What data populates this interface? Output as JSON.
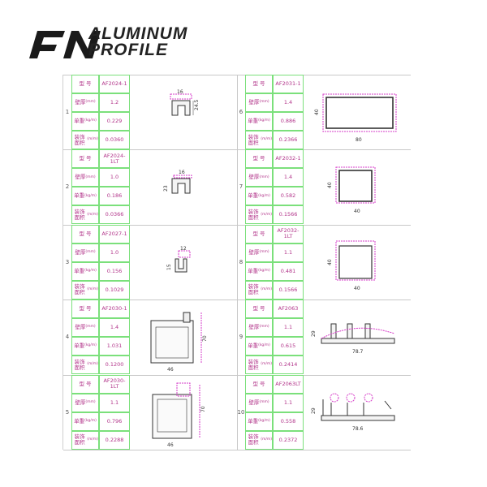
{
  "brand": {
    "line1": "ALUMINUM",
    "line2": "PROFILE",
    "logo": "FN"
  },
  "labels": {
    "model": "型 号",
    "thick": "壁厚",
    "thick_unit": "(mm)",
    "weight": "单重",
    "weight_unit": "(kg/m)",
    "area": "装饰面积",
    "area_unit": "(m/m)"
  },
  "products": [
    {
      "num": "1",
      "code": "AF2024-1",
      "thickness": "1.2",
      "weight": "0.229",
      "area": "0.0360",
      "dims": [
        "16",
        "24.5"
      ]
    },
    {
      "num": "2",
      "code": "AF2024-1LT",
      "thickness": "1.0",
      "weight": "0.186",
      "area": "0.0366",
      "dims": [
        "16",
        "23"
      ]
    },
    {
      "num": "3",
      "code": "AF2027-1",
      "thickness": "1.0",
      "weight": "0.156",
      "area": "0.1029",
      "dims": [
        "12",
        "15"
      ]
    },
    {
      "num": "4",
      "code": "AF2030-1",
      "thickness": "1.4",
      "weight": "1.031",
      "area": "0.1200",
      "dims": [
        "70",
        "46"
      ]
    },
    {
      "num": "5",
      "code": "AF2030-1LT",
      "thickness": "1.1",
      "weight": "0.796",
      "area": "0.2288",
      "dims": [
        "70",
        "46"
      ]
    },
    {
      "num": "6",
      "code": "AF2031-1",
      "thickness": "1.4",
      "weight": "0.886",
      "area": "0.2366",
      "dims": [
        "40",
        "80"
      ]
    },
    {
      "num": "7",
      "code": "AF2032-1",
      "thickness": "1.4",
      "weight": "0.582",
      "area": "0.1566",
      "dims": [
        "40",
        "40"
      ]
    },
    {
      "num": "8",
      "code": "AF2032-1LT",
      "thickness": "1.1",
      "weight": "0.481",
      "area": "0.1566",
      "dims": [
        "40",
        "40"
      ]
    },
    {
      "num": "9",
      "code": "AF2063",
      "thickness": "1.1",
      "weight": "0.615",
      "area": "0.2414",
      "dims": [
        "29",
        "78.7"
      ]
    },
    {
      "num": "10",
      "code": "AF2063LT",
      "thickness": "1.1",
      "weight": "0.558",
      "area": "0.2372",
      "dims": [
        "29",
        "78.6"
      ]
    }
  ]
}
